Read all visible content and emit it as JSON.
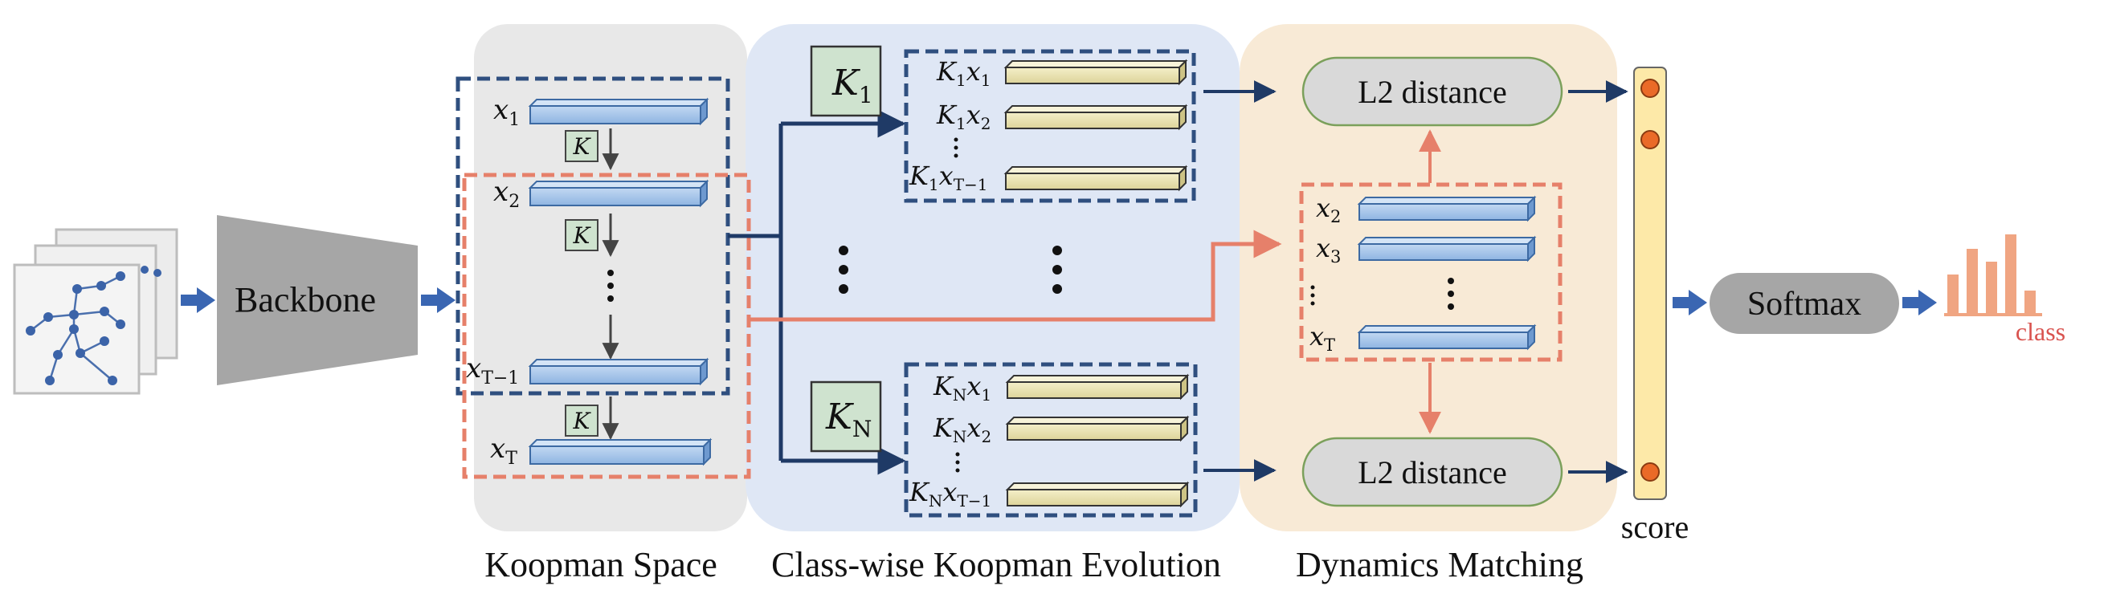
{
  "input": {
    "backbone_label": "Backbone"
  },
  "sections": {
    "koopman_space": "Koopman Space",
    "class_wise_evolution": "Class-wise Koopman Evolution",
    "dynamics_matching": "Dynamics Matching"
  },
  "koopman_space": {
    "vectors": [
      {
        "base": "x",
        "sub": "1"
      },
      {
        "base": "x",
        "sub": "2"
      },
      {
        "base": "x",
        "sub": "T−1"
      },
      {
        "base": "x",
        "sub": "T"
      }
    ],
    "operator_label": "K"
  },
  "evolution": {
    "operators": [
      {
        "base": "K",
        "sub": "1"
      },
      {
        "base": "K",
        "sub": "N"
      }
    ],
    "group_top": [
      {
        "op_sub": "1",
        "x_sub": "1"
      },
      {
        "op_sub": "1",
        "x_sub": "2"
      },
      {
        "op_sub": "1",
        "x_sub": "T−1"
      }
    ],
    "group_bottom": [
      {
        "op_sub": "N",
        "x_sub": "1"
      },
      {
        "op_sub": "N",
        "x_sub": "2"
      },
      {
        "op_sub": "N",
        "x_sub": "T−1"
      }
    ]
  },
  "matching": {
    "targets": [
      {
        "base": "x",
        "sub": "2"
      },
      {
        "base": "x",
        "sub": "3"
      },
      {
        "base": "x",
        "sub": "T"
      }
    ],
    "distance_top": "L2 distance",
    "distance_bottom": "L2 distance"
  },
  "output": {
    "score_label": "score",
    "softmax_label": "Softmax",
    "class_label": "class"
  },
  "colors": {
    "navy": "#2f4f7f",
    "salmon": "#e6806a",
    "vector_blue": "#a9c8ec",
    "vector_yellow": "#ede7b6",
    "panel_gray": "#e8e8e8",
    "panel_blue": "#dfe7f5",
    "panel_beige": "#f8ead6",
    "orange_dot": "#ea6a28",
    "arrow_blue": "#3a66b2",
    "bar_orange": "#f0a582",
    "class_red": "#d9534f"
  }
}
